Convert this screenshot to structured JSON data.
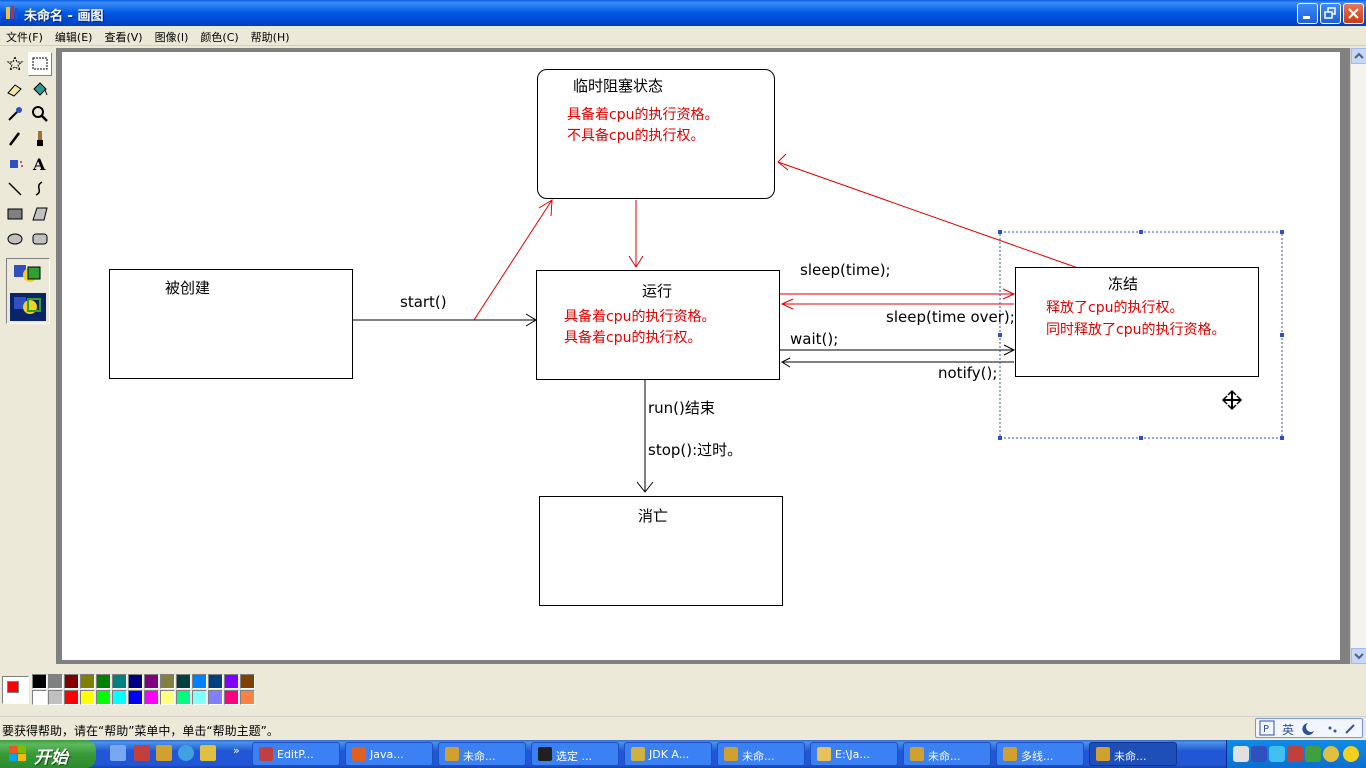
{
  "window": {
    "title": "未命名 - 画图"
  },
  "menu": [
    "文件(F)",
    "编辑(E)",
    "查看(V)",
    "图像(I)",
    "颜色(C)",
    "帮助(H)"
  ],
  "diagram": {
    "created": {
      "title": "被创建"
    },
    "running": {
      "title": "运行",
      "lines": [
        "具备着cpu的执行资格。",
        "具备着cpu的执行权。"
      ]
    },
    "blocked": {
      "title": "临时阻塞状态",
      "lines": [
        "具备着cpu的执行资格。",
        "不具备cpu的执行权。"
      ]
    },
    "frozen": {
      "title": "冻结",
      "lines": [
        "释放了cpu的执行权。",
        "同时释放了cpu的执行资格。"
      ]
    },
    "dead": {
      "title": "消亡"
    },
    "edges": {
      "start": "start()",
      "sleep": "sleep(time);",
      "sleep_over": "sleep(time over);",
      "wait": "wait();",
      "notify": "notify();",
      "run_end": "run()结束",
      "stop": "stop():过时。"
    }
  },
  "palette": {
    "foreground": "#ff0000",
    "background": "#ffffff",
    "colors_top": [
      "#000000",
      "#808080",
      "#800000",
      "#808000",
      "#008000",
      "#008080",
      "#000080",
      "#800080",
      "#808040",
      "#004040",
      "#0080ff",
      "#004080",
      "#8000ff",
      "#804000"
    ],
    "colors_bottom": [
      "#ffffff",
      "#c0c0c0",
      "#ff0000",
      "#ffff00",
      "#00ff00",
      "#00ffff",
      "#0000ff",
      "#ff00ff",
      "#ffff80",
      "#00ff80",
      "#80ffff",
      "#8080ff",
      "#ff0080",
      "#ff8040"
    ]
  },
  "status": {
    "text": "要获得帮助，请在“帮助”菜单中，单击“帮助主题”。",
    "ime": "英"
  },
  "taskbar": {
    "start": "开始",
    "tasks": [
      {
        "label": "EditP...",
        "color": "#c04040"
      },
      {
        "label": "Java...",
        "color": "#e06020"
      },
      {
        "label": "未命...",
        "color": "#d0a030"
      },
      {
        "label": "选定 ...",
        "color": "#202020"
      },
      {
        "label": "JDK A...",
        "color": "#d0b040"
      },
      {
        "label": "未命...",
        "color": "#d0a030"
      },
      {
        "label": "E:\\Ja...",
        "color": "#e8c060"
      },
      {
        "label": "未命...",
        "color": "#d0a030"
      },
      {
        "label": "多线...",
        "color": "#d0a030"
      },
      {
        "label": "未命...",
        "color": "#d0a030"
      }
    ]
  }
}
